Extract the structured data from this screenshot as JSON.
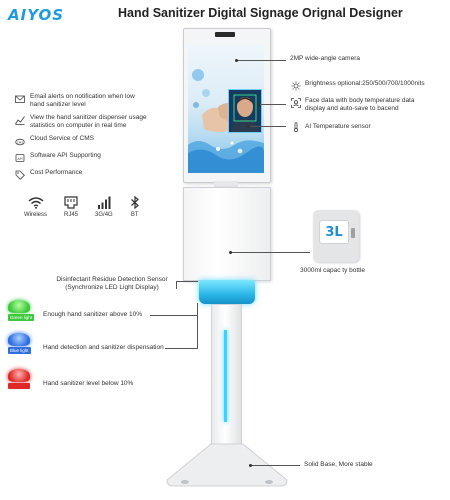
{
  "brand": "AIYOS",
  "title": "Hand Sanitizer Digital Signage Orignal Designer",
  "left_features": [
    {
      "icon": "envelope-icon",
      "text": "Email alerts on notification when low hand sanitizer level"
    },
    {
      "icon": "chart-icon",
      "text": "View the hand sanitizer dispenser usage statistics on computer in real time"
    },
    {
      "icon": "cms-icon",
      "text": "Cloud Service of CMS"
    },
    {
      "icon": "api-icon",
      "text": "Software API Supporting"
    },
    {
      "icon": "price-tag-icon",
      "text": "Cost Performance"
    }
  ],
  "connectivity": [
    {
      "icon": "wifi-icon",
      "label": "Wireless"
    },
    {
      "icon": "ethernet-icon",
      "label": "RJ45"
    },
    {
      "icon": "signal-bars-icon",
      "label": "3G/4G"
    },
    {
      "icon": "bluetooth-icon",
      "label": "BT"
    }
  ],
  "right_callouts": {
    "camera": "2MP wide-angle camera",
    "brightness": "Brightness optional:250/500/700/1000nits",
    "face_data": "Face data with body temperature data display and auto-save to bacend",
    "temperature": "AI Temperature sensor"
  },
  "bottle": {
    "badge": "3L",
    "caption": "3000ml capac ty bottle"
  },
  "sensor": {
    "title": "Disinfectant Residue Detection Sensor",
    "subtitle": "(Synchronize LED Light Display)"
  },
  "led_states": [
    {
      "badge": "Green light",
      "color": "#3cc83c",
      "text": "Enough hand sanitizer above 10%"
    },
    {
      "badge": "Blue light",
      "color": "#2f6ee0",
      "text": "Hand detection and sanitizer dispensation"
    },
    {
      "badge": "",
      "color": "#e02828",
      "text": "Hand sanitizer level below 10%"
    }
  ],
  "base": "Solid Base, More stable",
  "colors": {
    "brand": "#1e9be0",
    "accent_light": "#38d4ff"
  }
}
